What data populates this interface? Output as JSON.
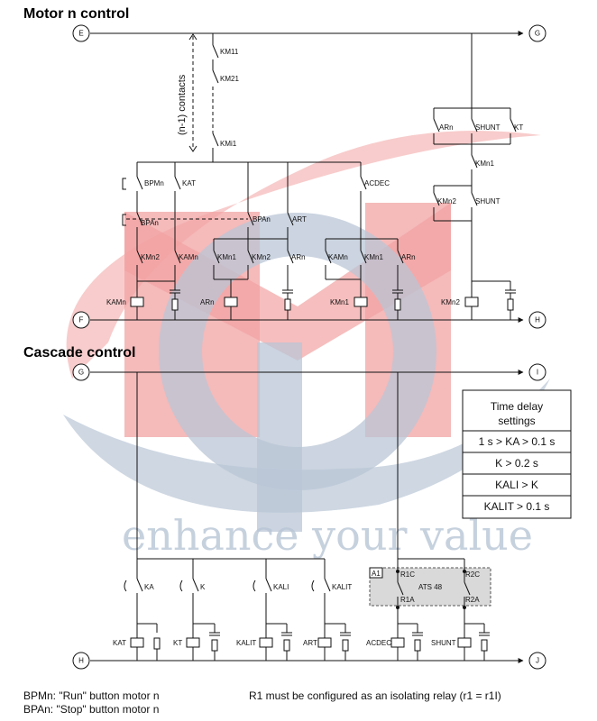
{
  "titles": {
    "motor": "Motor n control",
    "cascade": "Cascade control"
  },
  "terminals": {
    "E": "E",
    "G": "G",
    "F": "F",
    "H": "H",
    "I": "I",
    "J": "J"
  },
  "contacts_label": "(n-1) contacts",
  "motor_labels": {
    "km11": "KM11",
    "km21": "KM21",
    "kmi1": "KMi1",
    "bpmn": "BPMn",
    "kat": "KAT",
    "bpan_left": "BPAn",
    "bpan_mid": "BPAn",
    "art": "ART",
    "acdec": "ACDEC",
    "kmn2_a": "KMn2",
    "kamn_a": "KAMn",
    "kmn1_a": "KMn1",
    "kmn2_b": "KMn2",
    "arn_a": "ARn",
    "kamn_b": "KAMn",
    "kmn1_b": "KMn1",
    "arn_b": "ARn",
    "arn_top": "ARn",
    "shunt_top": "SHUNT",
    "kt": "KT",
    "kmn1_c": "KMn1",
    "kmn2_c": "KMn2",
    "shunt_mid": "SHUNT",
    "coil_kamn": "KAMn",
    "coil_arn": "ARn",
    "coil_kmn1": "KMn1",
    "coil_kmn2": "KMn2"
  },
  "cascade_labels": {
    "ka": "KA",
    "k": "K",
    "kali": "KALI",
    "kalit": "KALIT",
    "a1": "A1",
    "r1c": "R1C",
    "ats": "ATS 48",
    "r2c": "R2C",
    "r1a": "R1A",
    "r2a": "R2A",
    "coil_kat": "KAT",
    "coil_kt": "KT",
    "coil_kalit": "KALIT",
    "coil_art": "ART",
    "coil_acdec": "ACDEC",
    "coil_shunt": "SHUNT"
  },
  "time_table": {
    "header_line1": "Time delay",
    "header_line2": "settings",
    "rows": [
      "1 s > KA > 0.1 s",
      "K > 0.2 s",
      "KALI > K",
      "KALIT > 0.1 s"
    ]
  },
  "watermark": {
    "text": "enhance your value",
    "red": "#f2a3a3",
    "blue": "#b9c6d6"
  },
  "footnotes": {
    "bpmn": "BPMn: \"Run\" button motor n",
    "bpan": "BPAn: \"Stop\" button motor n",
    "r1": "R1 must be configured as an isolating relay (r1 = r1I)"
  }
}
